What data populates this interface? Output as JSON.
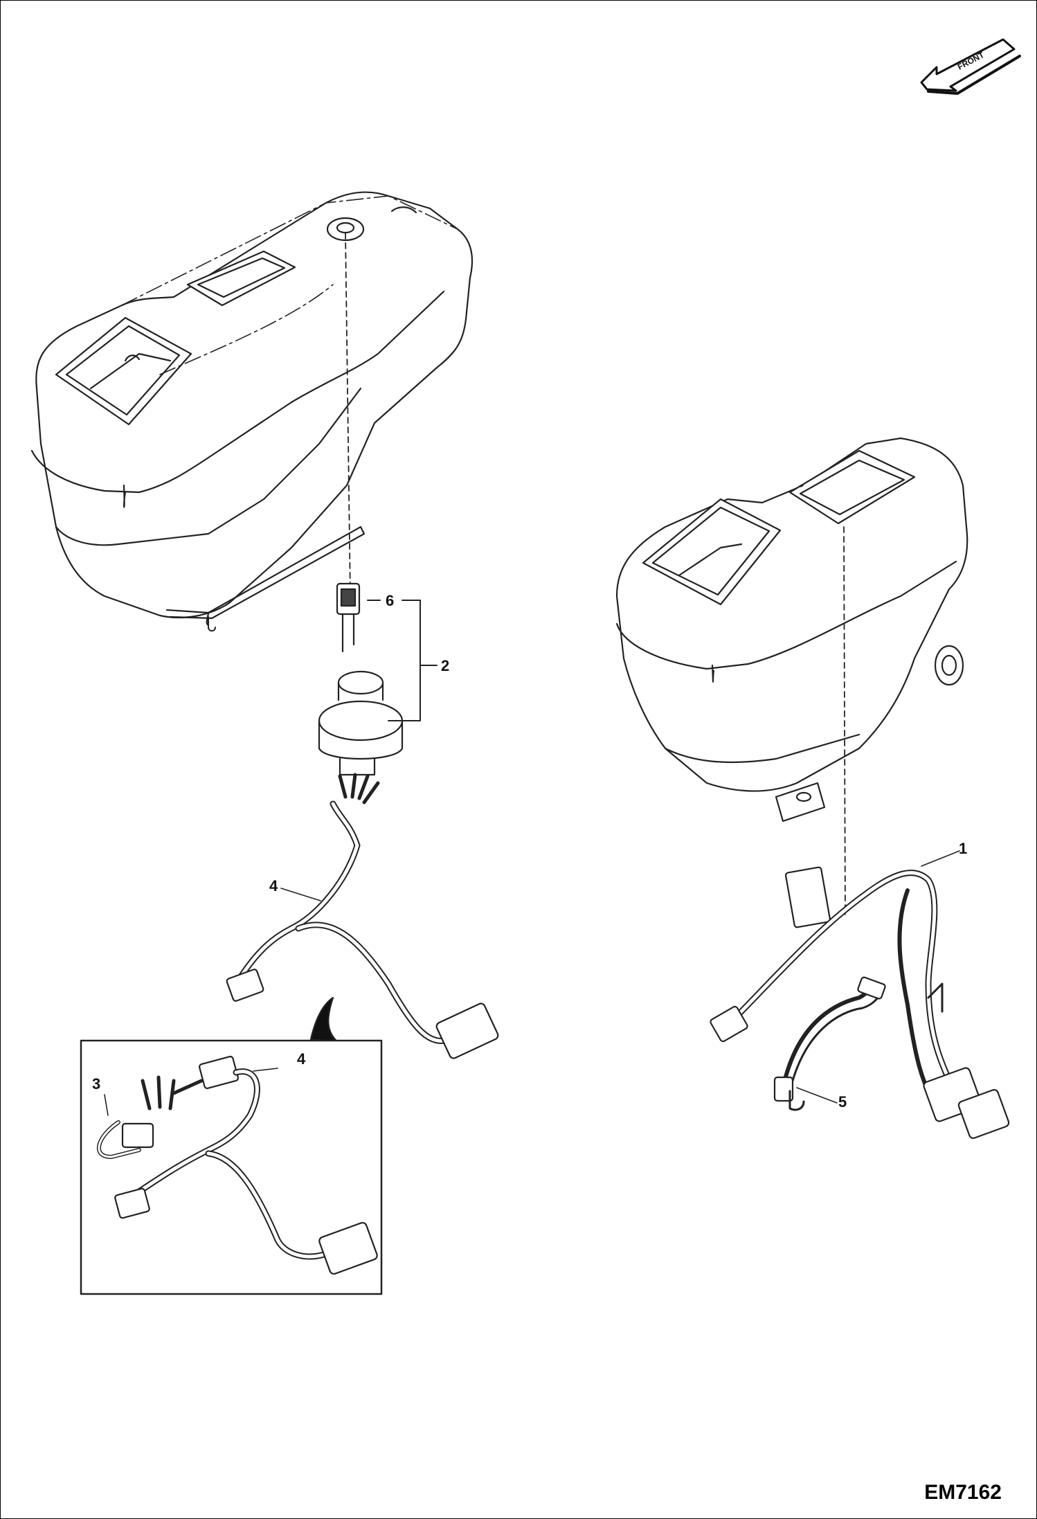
{
  "orientation": {
    "label": "FRONT",
    "icon": "front-direction-arrow-icon"
  },
  "callouts": {
    "c1": "1",
    "c2": "2",
    "c3": "3",
    "c4a": "4",
    "c4b": "4",
    "c5": "5",
    "c6": "6"
  },
  "drawing_code": "EM7162"
}
